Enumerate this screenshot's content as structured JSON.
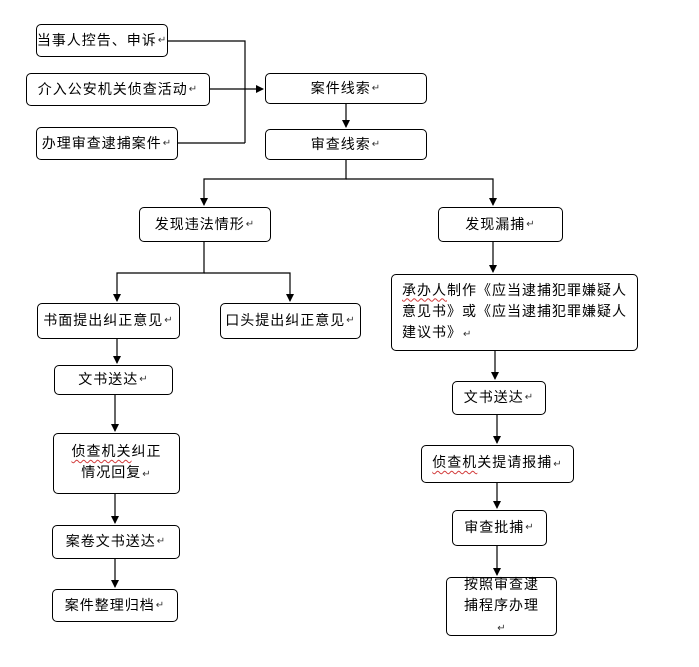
{
  "diagram": {
    "nodes": {
      "complaint": "当事人控告、申诉",
      "intervene": "介入公安机关侦查活动",
      "handle_case": "办理审查逮捕案件",
      "case_clue": "案件线索",
      "review_clue": "审查线索",
      "found_violation": "发现违法情形",
      "found_omission": "发现漏捕",
      "written_opinion": "书面提出纠正意见",
      "oral_opinion": "口头提出纠正意见",
      "doc_delivery_left": "文书送达",
      "reply_prefix": "侦查机关",
      "reply_suffix": "纠正情况回复",
      "file_delivery": "案卷文书送达",
      "archive": "案件整理归档",
      "make_doc_prefix": "承办人",
      "make_doc_suffix": "制作《应当逮捕犯罪嫌疑人意见书》或《应当逮捕犯罪嫌疑人建议书》",
      "doc_delivery_right": "文书送达",
      "request_prefix": "侦查机",
      "request_suffix": "关提请报捕",
      "review_approve": "审查批捕",
      "follow_procedure": "按照审查逮捕程序办理"
    },
    "paragraph_mark": "↵"
  }
}
